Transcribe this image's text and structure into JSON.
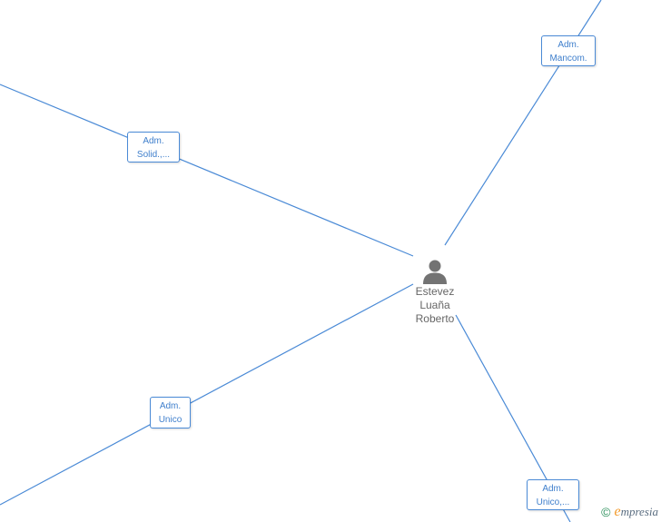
{
  "center_person": {
    "icon": "person-icon",
    "name_lines": [
      "Estevez",
      "Luaña",
      "Roberto"
    ]
  },
  "roles": [
    {
      "id": "top-right",
      "line1": "Adm.",
      "line2": "Mancom."
    },
    {
      "id": "upper-left",
      "line1": "Adm.",
      "line2": "Solid.,..."
    },
    {
      "id": "lower-left",
      "line1": "Adm.",
      "line2": "Unico"
    },
    {
      "id": "bottom-right",
      "line1": "Adm.",
      "line2": "Unico,..."
    }
  ],
  "footer": {
    "copyright_symbol": "©",
    "brand_initial": "e",
    "brand_rest": "mpresia"
  },
  "colors": {
    "edge": "#4a8ad6",
    "box_text": "#3f7fcc",
    "name_text": "#666666",
    "icon": "#737373"
  }
}
